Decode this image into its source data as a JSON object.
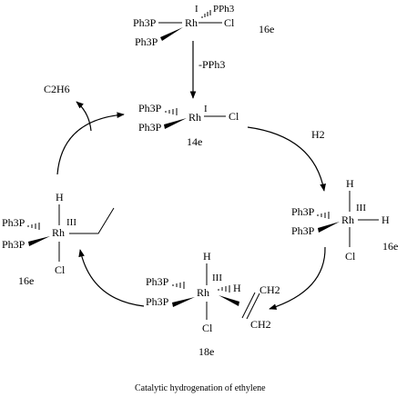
{
  "title": "Catalytic hydrogenation of ethylene",
  "species": {
    "top": {
      "ligand_a": "Ph3P",
      "ligand_b": "Ph3P",
      "ligand_c": "PPh3",
      "metal": "Rh",
      "ox": "I",
      "halide": "Cl",
      "electrons": "16e"
    },
    "upper": {
      "ligand_a": "Ph3P",
      "ligand_b": "Ph3P",
      "metal": "Rh",
      "ox": "I",
      "halide": "Cl",
      "electrons": "14e"
    },
    "right": {
      "ligand_a": "Ph3P",
      "ligand_b": "Ph3P",
      "metal": "Rh",
      "ox": "III",
      "h1": "H",
      "h2": "H",
      "halide": "Cl",
      "electrons": "16e"
    },
    "bottom": {
      "ligand_a": "Ph3P",
      "ligand_b": "Ph3P",
      "metal": "Rh",
      "ox": "III",
      "h1": "H",
      "h2": "H",
      "halide": "Cl",
      "alkene_top": "CH2",
      "alkene_bottom": "CH2",
      "electrons": "18e"
    },
    "left": {
      "ligand_a": "Ph3P",
      "ligand_b": "Ph3P",
      "metal": "Rh",
      "ox": "III",
      "h1": "H",
      "halide": "Cl",
      "electrons": "16e"
    }
  },
  "arrows": {
    "dissociation": "-PPh3",
    "hydrogen": "H2",
    "product": "C2H6"
  }
}
